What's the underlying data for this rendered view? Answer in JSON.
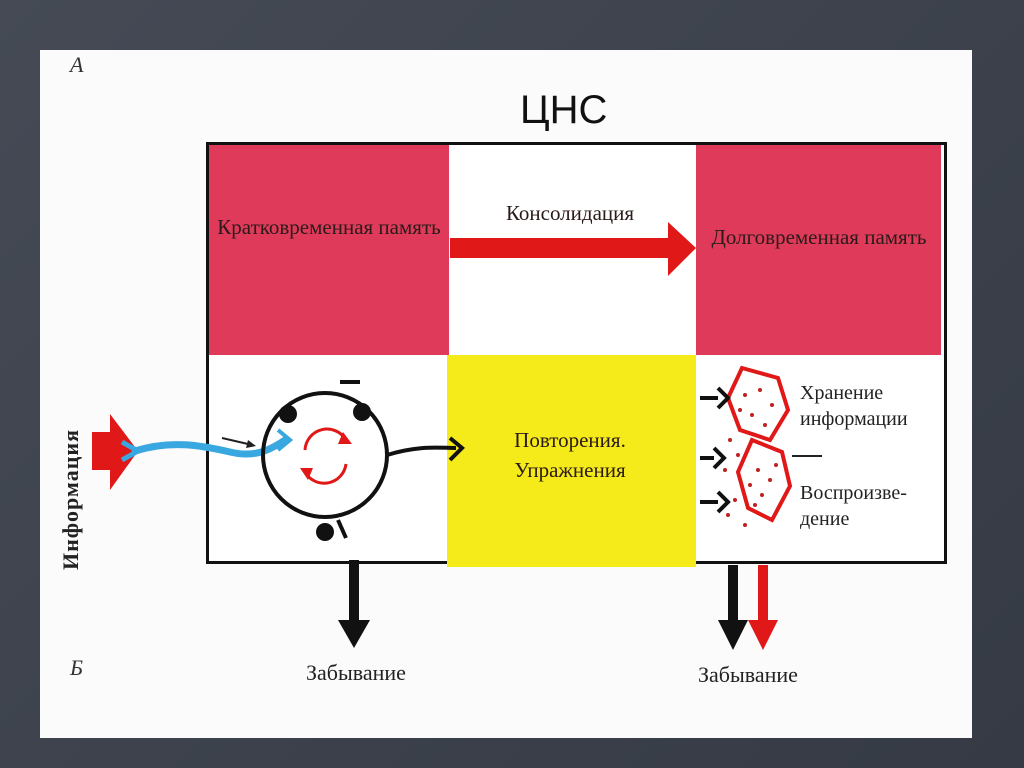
{
  "diagram": {
    "corner_a": "А",
    "corner_b": "Б",
    "title": "ЦНС",
    "short_term_memory": "Кратковременная память",
    "consolidation": "Консолидация",
    "long_term_memory": "Долговременная память",
    "repetition": "Повторения. Упражнения",
    "storage": "Хранение информации",
    "recall": "Воспроизве- дение",
    "info_label": "Информация",
    "forgetting_left": "Забывание",
    "forgetting_right": "Забывание"
  },
  "colors": {
    "memory_block": "#e03a5a",
    "repetition_block": "#f5ea1a",
    "arrow_red": "#e01818",
    "input_blue": "#3aa8e0"
  }
}
